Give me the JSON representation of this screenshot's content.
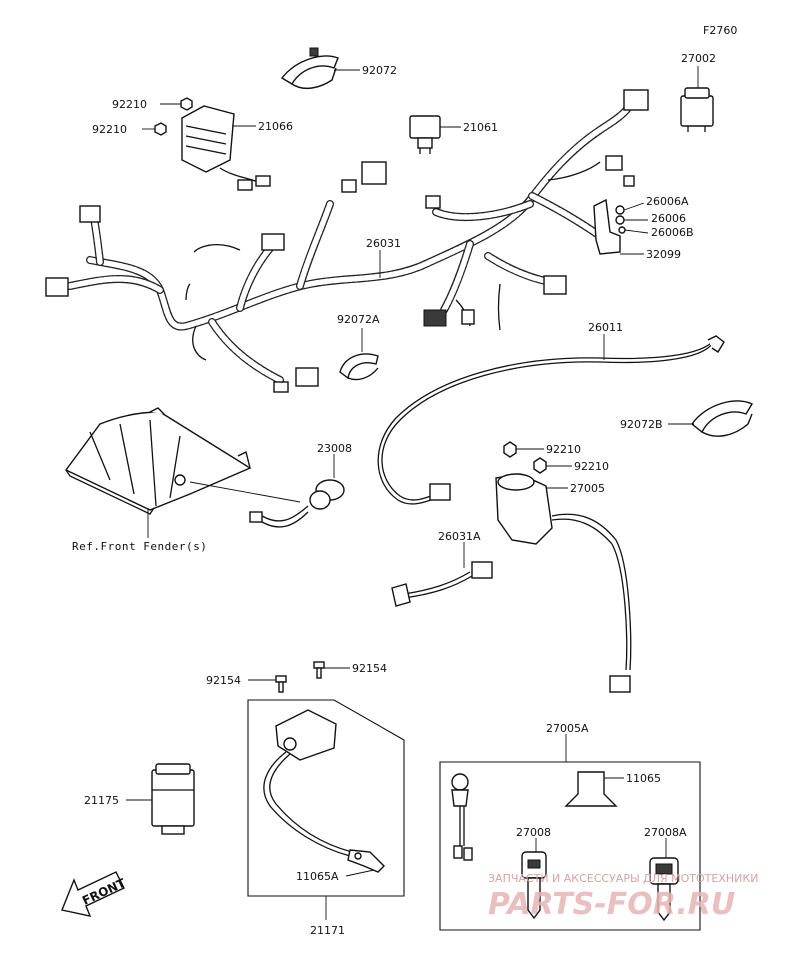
{
  "figure_id": "F2760",
  "parts": {
    "p27002": "27002",
    "p92072": "92072",
    "p92210_a": "92210",
    "p92210_b": "92210",
    "p21066": "21066",
    "p21061": "21061",
    "p26006A": "26006A",
    "p26006": "26006",
    "p26006B": "26006B",
    "p32099": "32099",
    "p26031": "26031",
    "p92072A": "92072A",
    "p26011": "26011",
    "p92072B": "92072B",
    "p23008": "23008",
    "p92210_c": "92210",
    "p92210_d": "92210",
    "p27005": "27005",
    "p26031A": "26031A",
    "p92154_a": "92154",
    "p92154_b": "92154",
    "p27005A": "27005A",
    "p11065": "11065",
    "p27008": "27008",
    "p27008A": "27008A",
    "p21175": "21175",
    "p11065A": "11065A",
    "p21171": "21171"
  },
  "reference_note": "Ref.Front Fender(s)",
  "front_arrow_label": "FRONT",
  "watermark": {
    "line1": "ЗАПЧАСТИ И АКСЕССУАРЫ ДЛЯ МОТОТЕХНИКИ",
    "line2": "PARTS-FOR.RU"
  }
}
